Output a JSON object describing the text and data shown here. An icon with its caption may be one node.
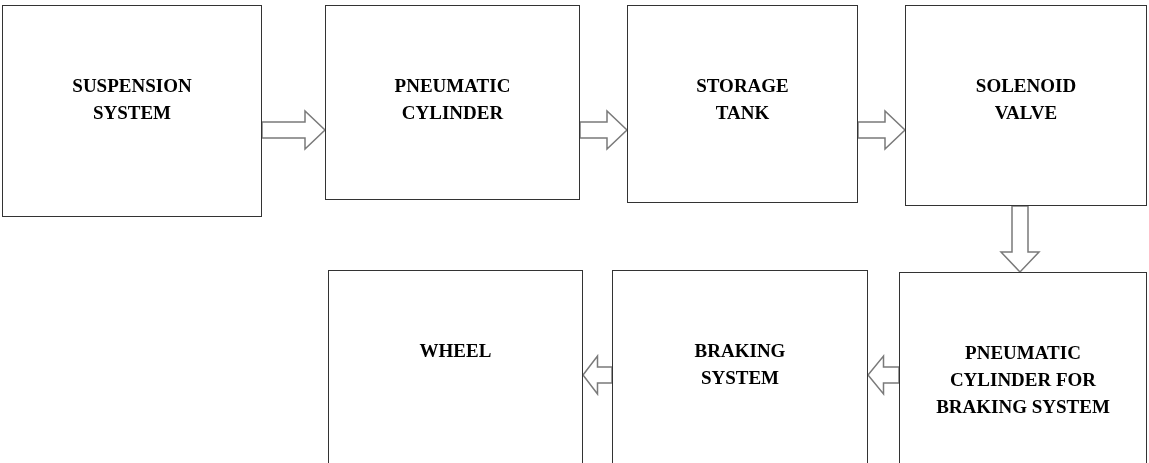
{
  "diagram": {
    "nodes": [
      {
        "text": [
          "SUSPENSION SYSTEM"
        ]
      },
      {
        "text": [
          "PNEUMATIC CYLINDER"
        ]
      },
      {
        "text": [
          "STORAGE TANK"
        ]
      },
      {
        "text": [
          "SOLENOID VALVE"
        ]
      },
      {
        "text": [
          "PNEUMATIC CYLINDER FOR BRAKING SYSTEM"
        ]
      },
      {
        "text": [
          "BRAKING SYSTEM"
        ]
      },
      {
        "text": [
          "WHEEL"
        ]
      }
    ],
    "edges": [
      {
        "from": 0,
        "to": 1,
        "arrow": "to"
      },
      {
        "from": 1,
        "to": 2,
        "arrow": "to"
      },
      {
        "from": 2,
        "to": 3,
        "arrow": "to"
      },
      {
        "from": 3,
        "to": 4,
        "arrow": "to"
      },
      {
        "from": 4,
        "to": 5,
        "arrow": "to"
      },
      {
        "from": 5,
        "to": 6,
        "arrow": "to"
      }
    ]
  }
}
